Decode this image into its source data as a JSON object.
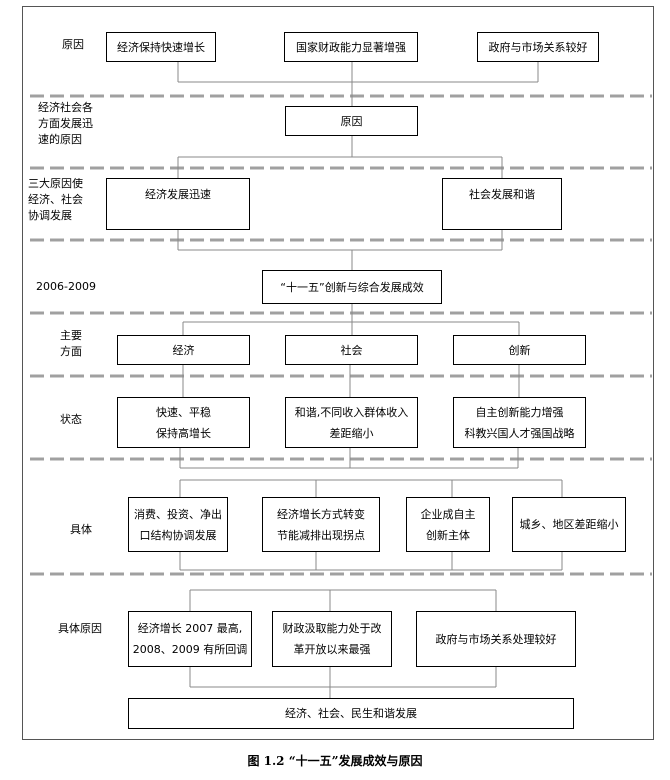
{
  "row_labels": {
    "reason": "原因",
    "econ_social": "经济社会各\n方面发展迅\n速的原因",
    "three_reasons": "三大原因使\n经济、社会\n协调发展",
    "period": "2006-2009",
    "main_aspects": "主要\n方面",
    "state": "状态",
    "specific": "具体",
    "specific_reason": "具体原因"
  },
  "boxes": {
    "growth": "经济保持快速增长",
    "fiscal": "国家财政能力显著增强",
    "gov_market": "政府与市场关系较好",
    "reason_center": "原因",
    "econ_fast": "经济发展迅速",
    "social_harmony": "社会发展和谐",
    "plan_result": "“十一五”创新与综合发展成效",
    "economy": "经济",
    "society": "社会",
    "innovation": "创新",
    "fast_stable": "快速、平稳\n保持高增长",
    "gap_narrow": "和谐,不同收入群体收入\n差距缩小",
    "self_innovation": "自主创新能力增强\n科教兴国人才强国战略",
    "consumption": "消费、投资、净出\n口结构协调发展",
    "transformation": "经济增长方式转变\n节能减排出现拐点",
    "enterprise": "企业成自主\n创新主体",
    "urban_rural": "城乡、地区差距缩小",
    "growth_2007": "经济增长 2007 最高,\n2008、2009 有所回调",
    "fiscal_best": "财政汲取能力处于改\n革开放以来最强",
    "gov_market_good": "政府与市场关系处理较好",
    "final": "经济、社会、民生和谐发展"
  },
  "caption": "图 1.2   “十一五”发展成效与原因"
}
